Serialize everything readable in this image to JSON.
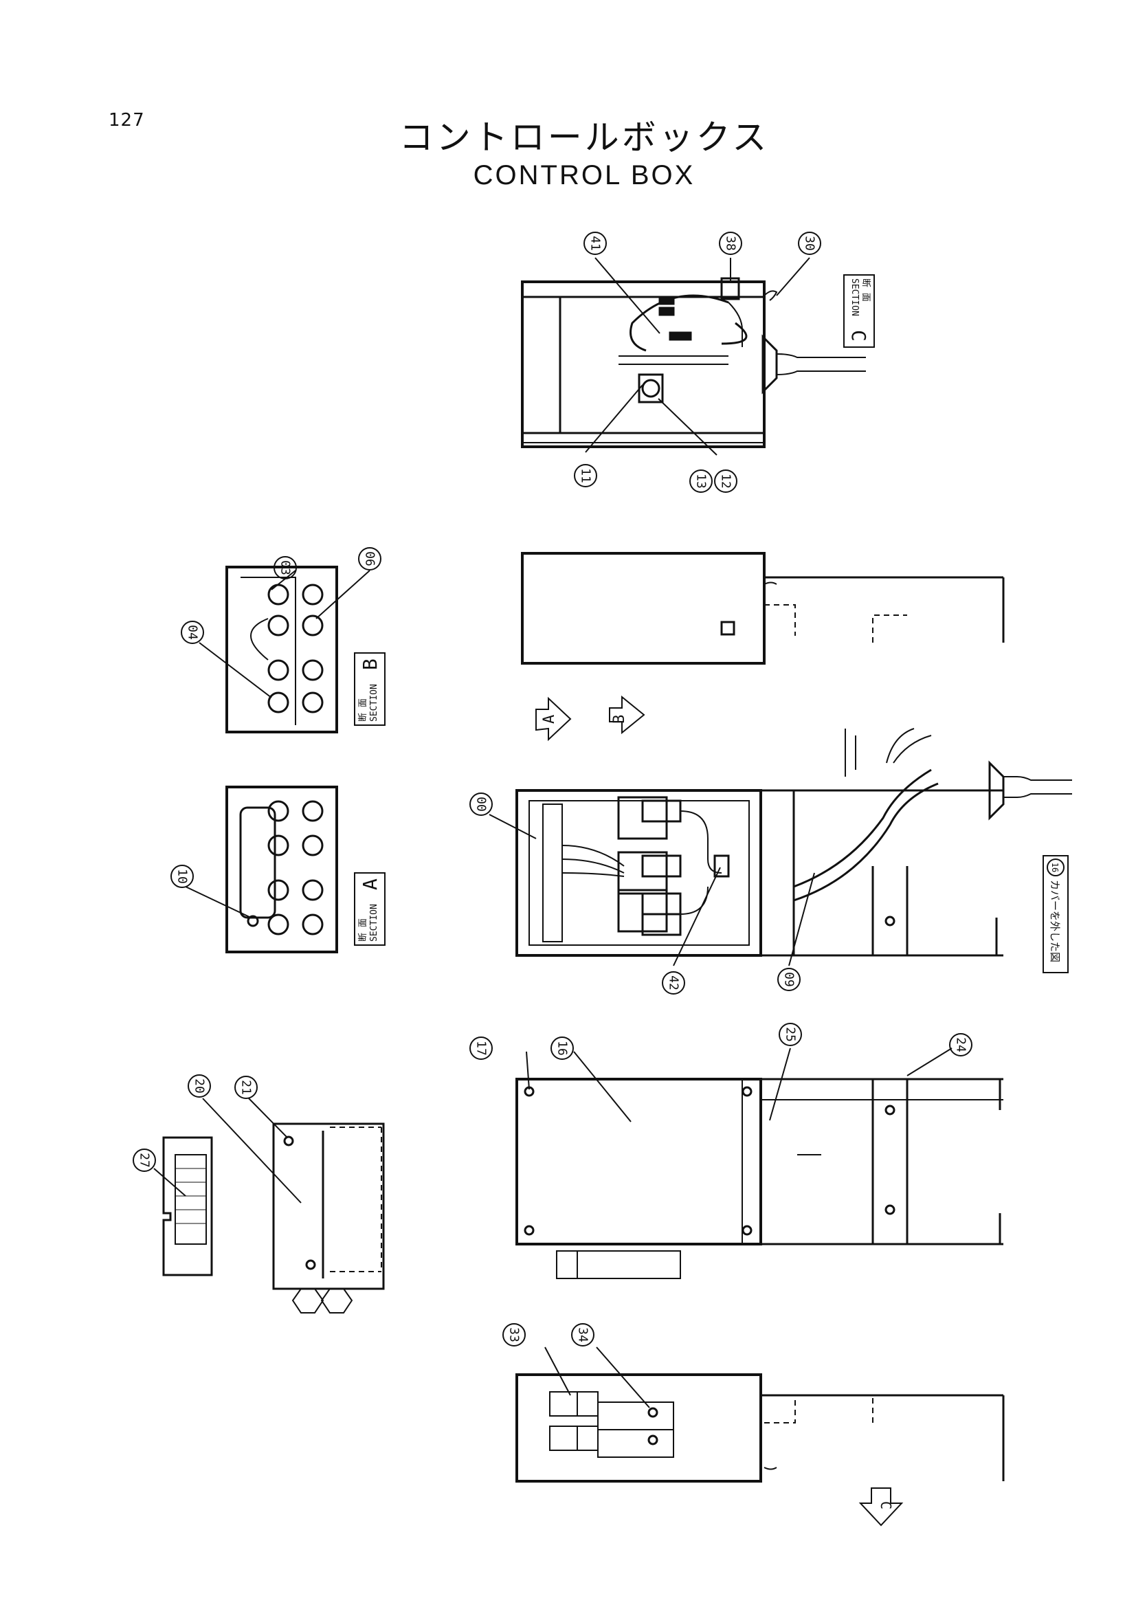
{
  "page": {
    "number": "127",
    "title_jp": "コントロールボックス",
    "title_en": "CONTROL BOX"
  },
  "callouts": {
    "c41": "41",
    "c38": "38",
    "c30": "30",
    "c11": "11",
    "c13": "13",
    "c12": "12",
    "c03": "03",
    "c06": "06",
    "c04": "04",
    "c10": "10",
    "c00": "00",
    "c42": "42",
    "c09": "09",
    "c17": "17",
    "c16": "16",
    "c25": "25",
    "c24": "24",
    "c20": "20",
    "c21": "21",
    "c27": "27",
    "c33": "33",
    "c34": "34"
  },
  "sections": {
    "a_jp": "断 面",
    "a_en": "SECTION",
    "a_letter": "A",
    "b_jp": "断 面",
    "b_en": "SECTION",
    "b_letter": "B",
    "c_jp": "断 面",
    "c_en": "SECTION",
    "c_letter": "C"
  },
  "arrows": {
    "a": "A",
    "b": "B",
    "c": "C"
  },
  "notes": {
    "cover_num": "16",
    "cover_removed": "カバーを外した図"
  }
}
